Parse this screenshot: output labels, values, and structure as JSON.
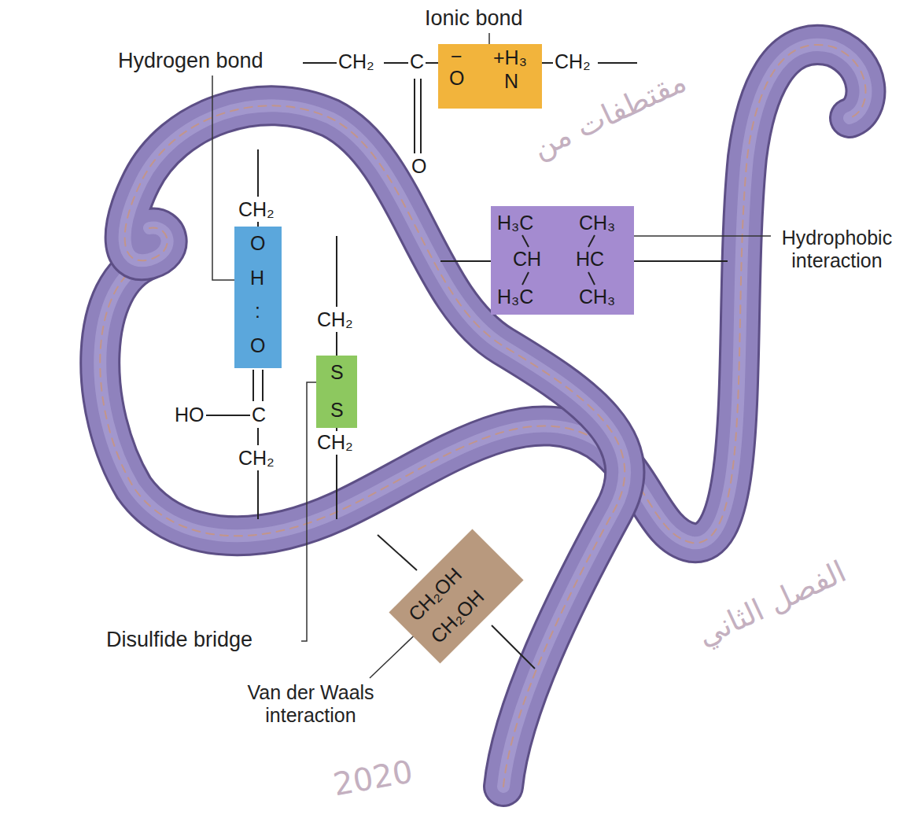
{
  "diagram": {
    "nodes": [
      {
        "text": [
          "−",
          "O",
          "+H₃",
          "N"
        ]
      },
      {
        "text": [
          "O",
          "H",
          ":",
          "O"
        ]
      },
      {
        "text": [
          "S",
          "S"
        ]
      },
      {
        "text": [
          "H₃C",
          "CH₃",
          "CH",
          "HC",
          "H₃C",
          "CH₃"
        ]
      },
      {
        "text": [
          "CH₂OH",
          "CH₂OH"
        ]
      }
    ],
    "labels": [
      "Ionic bond",
      "Hydrogen bond",
      "Hydrophobic interaction",
      "Disulfide bridge",
      "Van der Waals interaction",
      "CH₂",
      "C",
      "O",
      "CH₂",
      "CH₂",
      "HO",
      "C",
      "CH₂",
      "CH₂",
      "CH₂",
      "مقتطفات من",
      "الفصل الثاني",
      "2020"
    ]
  }
}
